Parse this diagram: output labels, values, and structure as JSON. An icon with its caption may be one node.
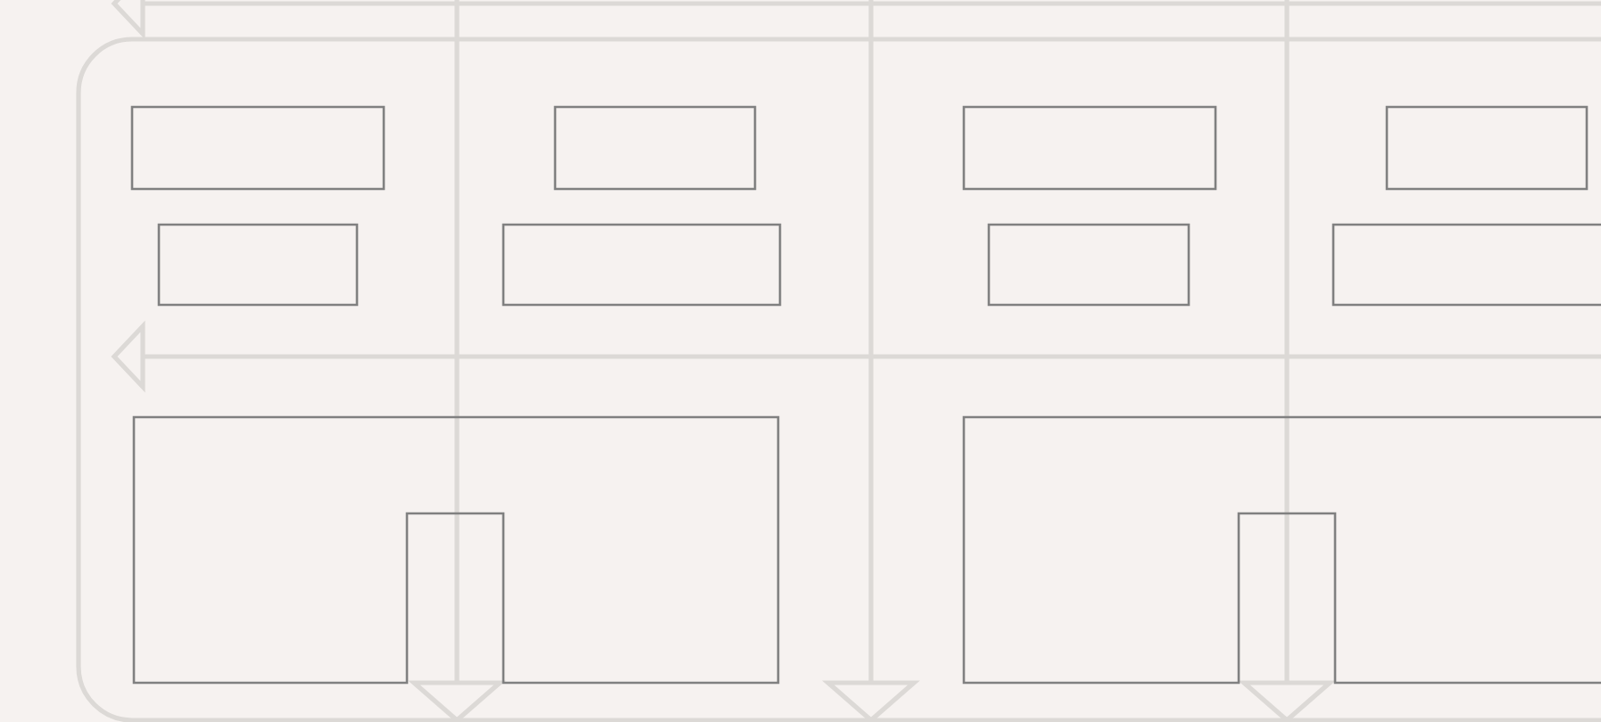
{
  "diagram": {
    "nodes": [
      {
        "text": [],
        "shape": "box"
      },
      {
        "text": [],
        "shape": "box",
        "in": 0
      },
      {
        "text": [],
        "shape": "box",
        "in": 0
      },
      {
        "text": [],
        "shape": "box",
        "in": 0
      },
      {
        "text": [],
        "shape": "box",
        "in": 0
      },
      {
        "text": [],
        "shape": "box",
        "in": 0
      },
      {
        "text": [],
        "shape": "box",
        "in": 0
      },
      {
        "text": [],
        "shape": "box",
        "in": 0
      },
      {
        "text": [],
        "shape": "box",
        "in": 0
      },
      {
        "text": [],
        "shape": "box",
        "in": 0
      },
      {
        "text": [],
        "shape": "box",
        "in": 0
      }
    ]
  }
}
